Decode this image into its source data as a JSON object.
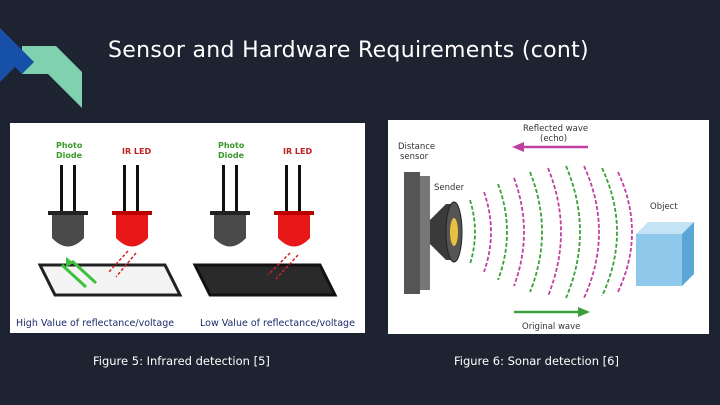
{
  "slide": {
    "title": "Sensor and Hardware Requirements (cont)",
    "accent_colors": [
      "#1650a8",
      "#7fd1b0"
    ]
  },
  "figure1": {
    "labels": {
      "photo_diode_1": [
        "Photo",
        "Diode"
      ],
      "ir_led_1": "IR LED",
      "photo_diode_2": [
        "Photo",
        "Diode"
      ],
      "ir_led_2": "IR LED",
      "high": "High Value of reflectance/voltage",
      "low": "Low Value of reflectance/voltage"
    },
    "caption": "Figure 5: Infrared detection [5]"
  },
  "figure2": {
    "labels": {
      "reflected": [
        "Reflected wave",
        "(echo)"
      ],
      "distance": [
        "Distance",
        "sensor"
      ],
      "sender": "Sender",
      "object": "Object",
      "original": "Original wave"
    },
    "caption": "Figure 6: Sonar detection [6]"
  }
}
